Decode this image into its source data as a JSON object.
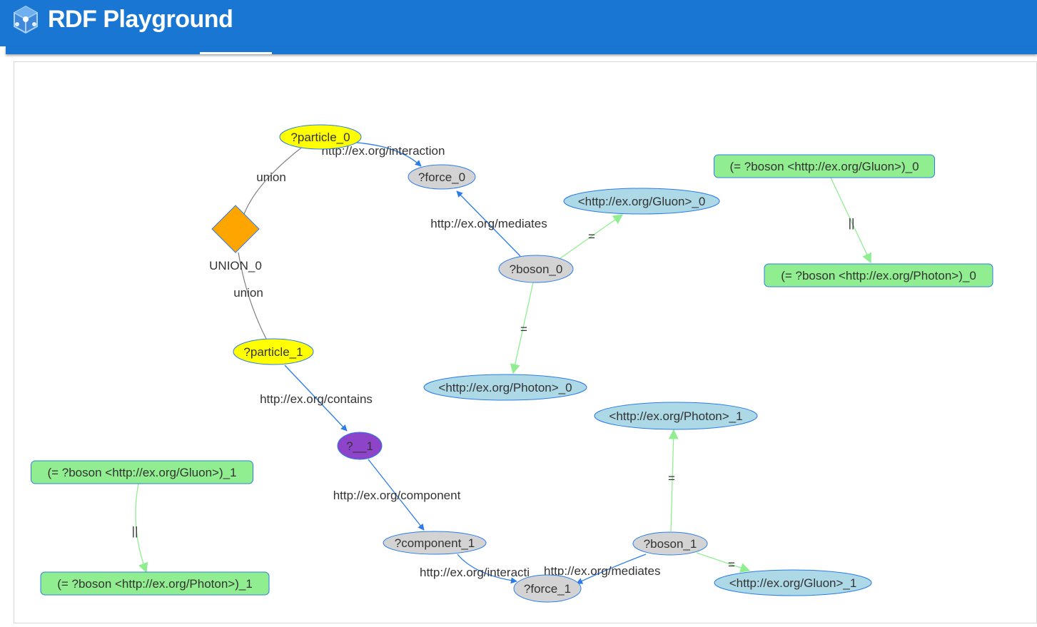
{
  "app": {
    "title": "RDF Playground"
  },
  "colors": {
    "header": "#1976d2",
    "variable_node": "#d3d3d3",
    "projected_variable_node": "#ffff00",
    "blank_node": "#8e44c8",
    "iri_node": "#add8e6",
    "filter_node": "#90ee90",
    "union_node": "#ffa500",
    "predicate_edge": "#2b7ce9",
    "filter_edge": "#90ee90",
    "union_edge": "#808080"
  },
  "graph": {
    "nodes": [
      {
        "id": "particle_0",
        "label": "?particle_0",
        "kind": "projected-variable"
      },
      {
        "id": "force_0",
        "label": "?force_0",
        "kind": "variable"
      },
      {
        "id": "union_0",
        "label": "UNION_0",
        "kind": "union"
      },
      {
        "id": "particle_1",
        "label": "?particle_1",
        "kind": "projected-variable"
      },
      {
        "id": "blank_1",
        "label": "?__1",
        "kind": "blank"
      },
      {
        "id": "component_1",
        "label": "?component_1",
        "kind": "variable"
      },
      {
        "id": "force_1",
        "label": "?force_1",
        "kind": "variable"
      },
      {
        "id": "boson_0",
        "label": "?boson_0",
        "kind": "variable"
      },
      {
        "id": "gluon_0",
        "label": "<http://ex.org/Gluon>_0",
        "kind": "iri"
      },
      {
        "id": "photon_0",
        "label": "<http://ex.org/Photon>_0",
        "kind": "iri"
      },
      {
        "id": "filter_gluon_0",
        "label": "(= ?boson <http://ex.org/Gluon>)_0",
        "kind": "filter"
      },
      {
        "id": "filter_photon_0",
        "label": "(= ?boson <http://ex.org/Photon>)_0",
        "kind": "filter"
      },
      {
        "id": "photon_1",
        "label": "<http://ex.org/Photon>_1",
        "kind": "iri"
      },
      {
        "id": "boson_1",
        "label": "?boson_1",
        "kind": "variable"
      },
      {
        "id": "gluon_1",
        "label": "<http://ex.org/Gluon>_1",
        "kind": "iri"
      },
      {
        "id": "filter_gluon_1",
        "label": "(= ?boson <http://ex.org/Gluon>)_1",
        "kind": "filter"
      },
      {
        "id": "filter_photon_1",
        "label": "(= ?boson <http://ex.org/Photon>)_1",
        "kind": "filter"
      }
    ],
    "edges": [
      {
        "from": "particle_0",
        "to": "force_0",
        "label": "http://ex.org/interaction",
        "kind": "predicate"
      },
      {
        "from": "union_0",
        "to": "particle_0",
        "label": "union",
        "kind": "union"
      },
      {
        "from": "union_0",
        "to": "particle_1",
        "label": "union",
        "kind": "union"
      },
      {
        "from": "boson_0",
        "to": "force_0",
        "label": "http://ex.org/mediates",
        "kind": "predicate"
      },
      {
        "from": "boson_0",
        "to": "gluon_0",
        "label": "=",
        "kind": "filter"
      },
      {
        "from": "boson_0",
        "to": "photon_0",
        "label": "=",
        "kind": "filter"
      },
      {
        "from": "filter_gluon_0",
        "to": "filter_photon_0",
        "label": "||",
        "kind": "filter"
      },
      {
        "from": "particle_1",
        "to": "blank_1",
        "label": "http://ex.org/contains",
        "kind": "predicate"
      },
      {
        "from": "blank_1",
        "to": "component_1",
        "label": "http://ex.org/component",
        "kind": "predicate"
      },
      {
        "from": "component_1",
        "to": "force_1",
        "label": "http://ex.org/interacti",
        "kind": "predicate"
      },
      {
        "from": "boson_1",
        "to": "force_1",
        "label": "http://ex.org/mediates",
        "kind": "predicate"
      },
      {
        "from": "boson_1",
        "to": "photon_1",
        "label": "=",
        "kind": "filter"
      },
      {
        "from": "boson_1",
        "to": "gluon_1",
        "label": "=",
        "kind": "filter"
      },
      {
        "from": "filter_gluon_1",
        "to": "filter_photon_1",
        "label": "||",
        "kind": "filter"
      }
    ]
  }
}
